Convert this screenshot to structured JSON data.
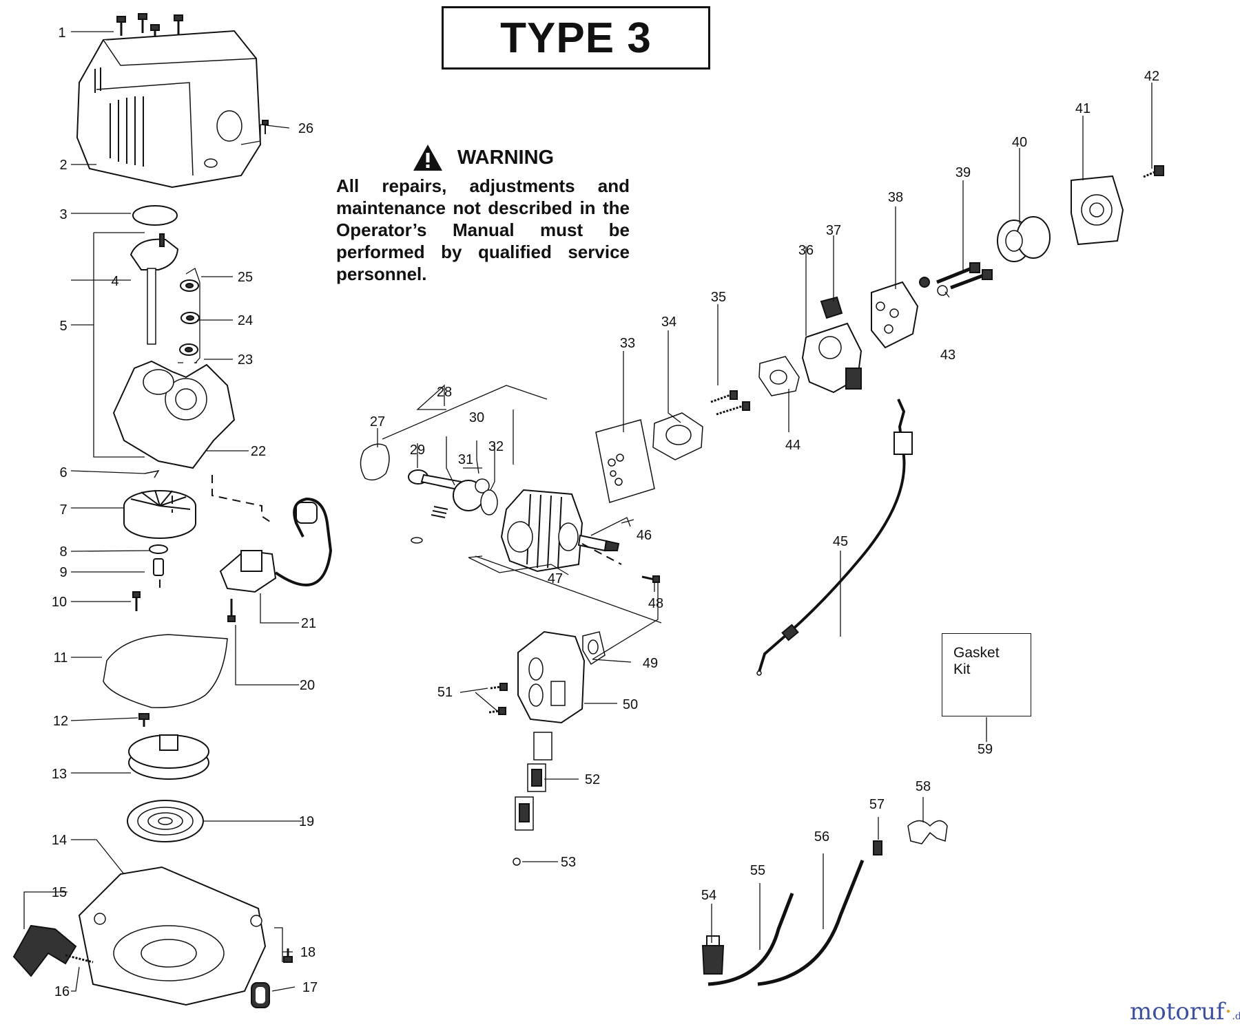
{
  "header": {
    "type_label": "TYPE 3"
  },
  "warning": {
    "icon": "warning-triangle-icon",
    "title": "WARNING",
    "text": "All repairs, adjustments and maintenance not described in the Operator’s Manual must be performed by qualified service personnel."
  },
  "gasket_kit": {
    "line1": "Gasket",
    "line2": "Kit",
    "number": "59"
  },
  "callouts": [
    "1",
    "2",
    "3",
    "4",
    "5",
    "6",
    "7",
    "8",
    "9",
    "10",
    "11",
    "12",
    "13",
    "14",
    "15",
    "16",
    "17",
    "18",
    "19",
    "20",
    "21",
    "22",
    "23",
    "24",
    "25",
    "26",
    "27",
    "28",
    "29",
    "30",
    "31",
    "32",
    "33",
    "34",
    "35",
    "36",
    "37",
    "38",
    "39",
    "40",
    "41",
    "42",
    "43",
    "44",
    "45",
    "46",
    "47",
    "48",
    "49",
    "50",
    "51",
    "52",
    "53",
    "54",
    "55",
    "56",
    "57",
    "58",
    "59"
  ],
  "watermark": {
    "name": "motoruf",
    "accent": "·",
    "suffix": ".de",
    "colors": {
      "blue": "#3d4fa0",
      "orange": "#e0a020"
    }
  }
}
